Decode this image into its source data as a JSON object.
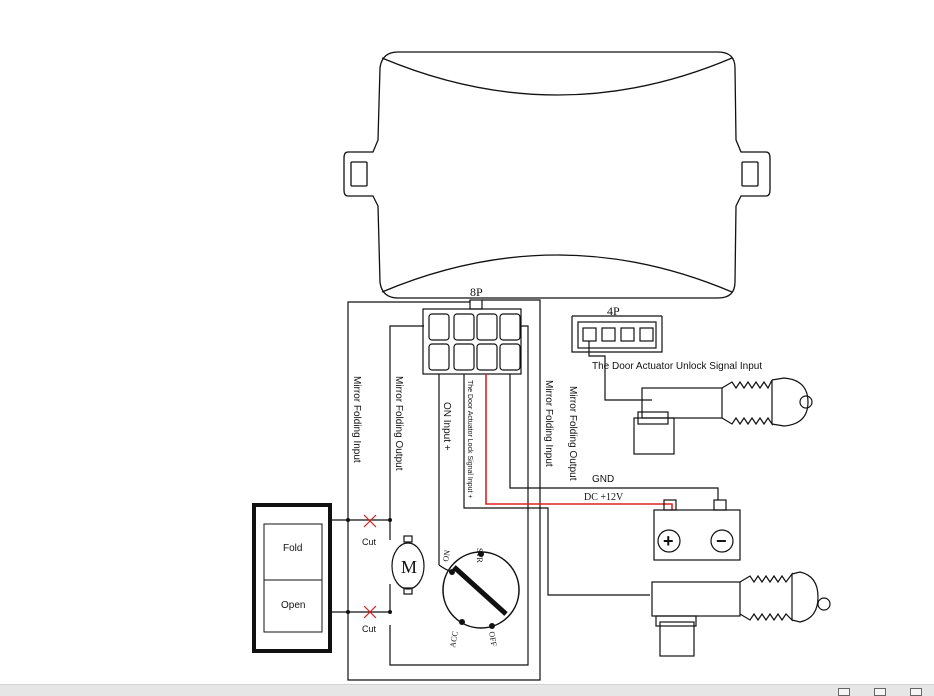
{
  "diagram": {
    "connectors": {
      "main": "8P",
      "aux": "4P"
    },
    "wire_labels": {
      "mirror_folding_input_left": "Mirror Folding Input",
      "mirror_folding_output_left": "Mirror Folding Output",
      "on_input": "ON Input  +",
      "lock_signal_input": "The Door Actuator Lock Signal Input +",
      "mirror_folding_input_right": "Mirror Folding Input",
      "mirror_folding_output_right": "Mirror Folding Output",
      "unlock_signal_input": "The Door Actuator Unlock Signal Input",
      "gnd": "GND",
      "dc_12v": "DC  +12V"
    },
    "switch": {
      "fold": "Fold",
      "open": "Open"
    },
    "cut_labels": [
      "Cut",
      "Cut"
    ],
    "motor_label": "M",
    "ignition": {
      "on": "ON",
      "str": "STR",
      "acc": "ACC",
      "off": "OFF"
    },
    "battery": {
      "plus": "+",
      "minus": "−"
    },
    "colors": {
      "line": "#111111",
      "positive_wire": "#e02020"
    }
  },
  "statusbar": {
    "icons": [
      "window-icon",
      "list-icon",
      "list-icon"
    ]
  }
}
